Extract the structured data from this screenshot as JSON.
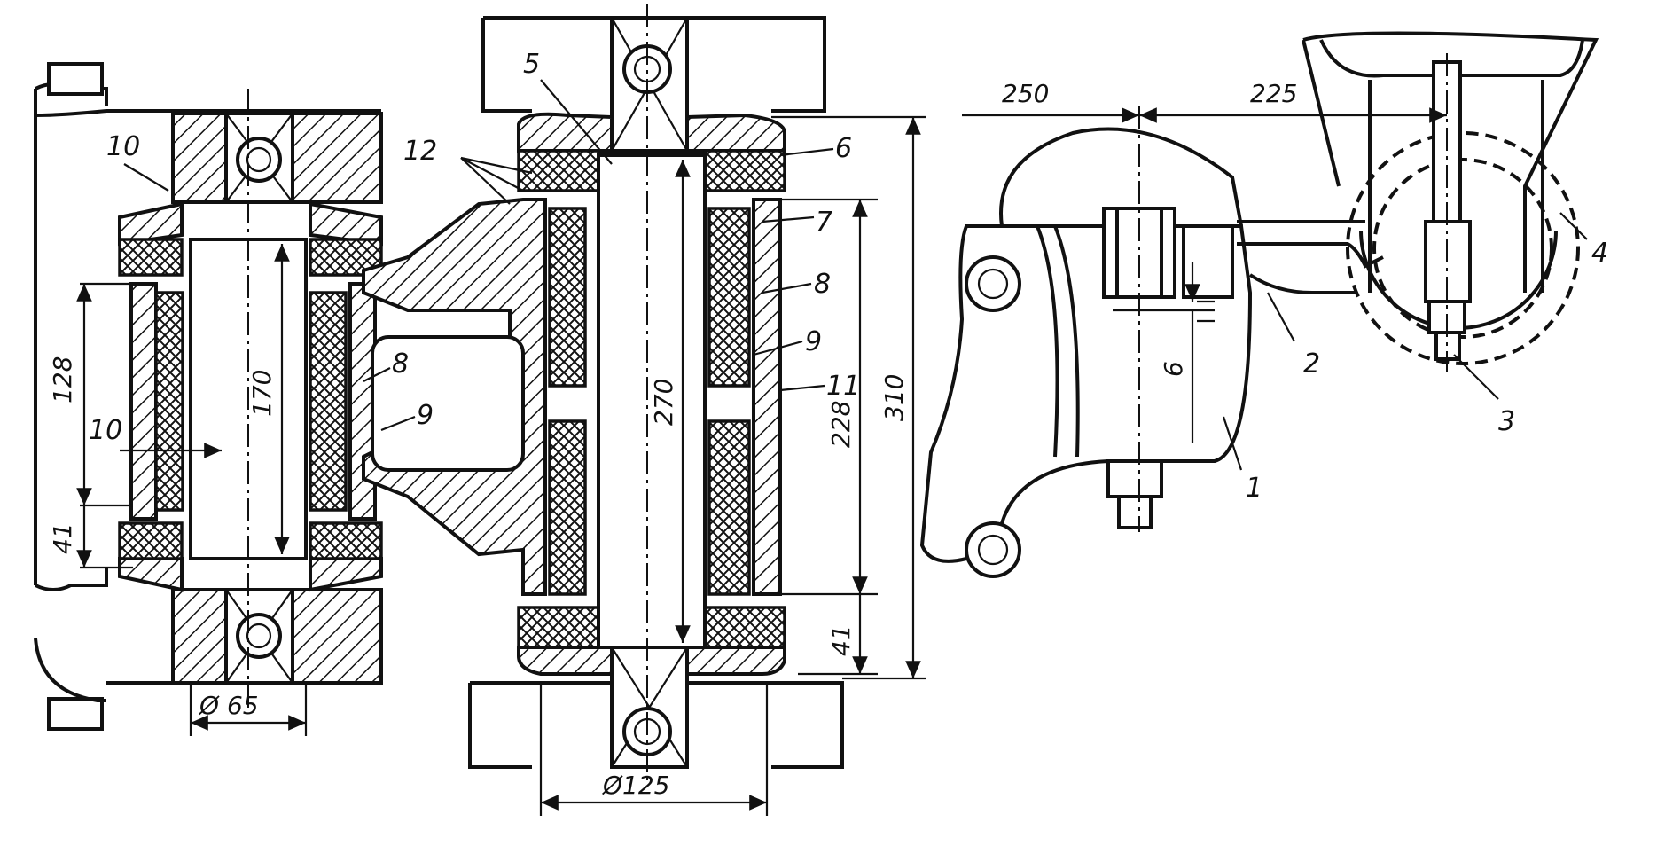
{
  "part_labels": {
    "p1": "1",
    "p2": "2",
    "p3": "3",
    "p4": "4",
    "p5": "5",
    "p6": "6",
    "p7": "7",
    "p8": "8",
    "p9": "9",
    "p10": "10",
    "p11": "11",
    "p12": "12"
  },
  "dimensions": {
    "d128": "128",
    "d41": "41",
    "d170": "170",
    "d65": "Ø 65",
    "d270": "270",
    "d228": "228",
    "d310": "310",
    "d125": "Ø125",
    "d250": "250",
    "d225": "225",
    "d6": "6"
  }
}
